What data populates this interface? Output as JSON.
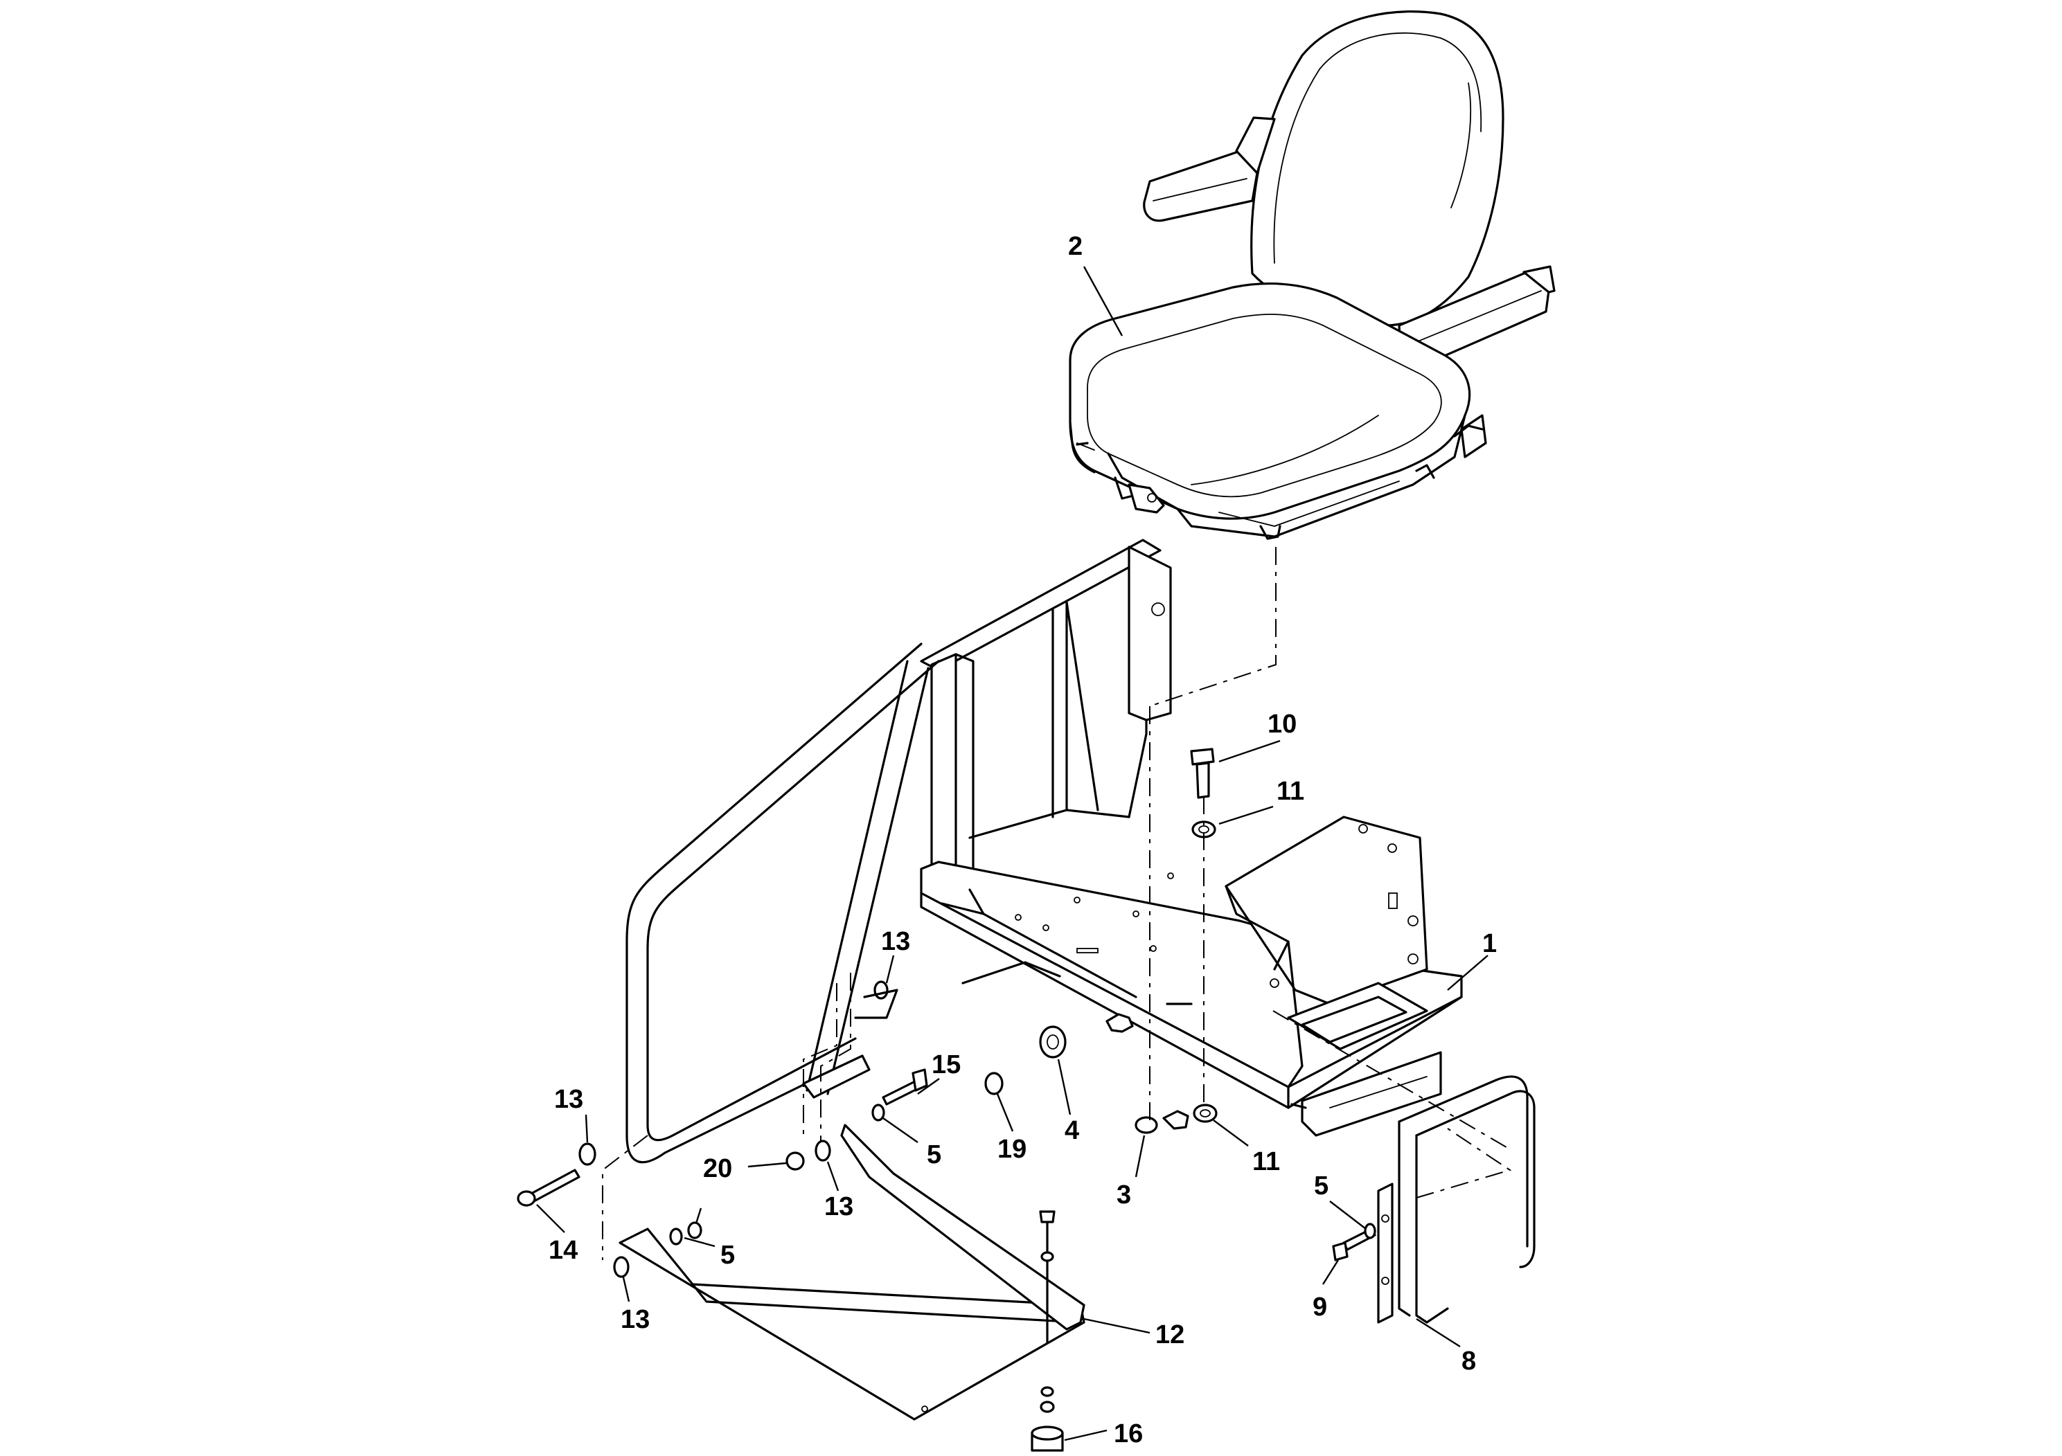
{
  "callouts": [
    {
      "id": "c-2",
      "label": "2",
      "part": "seat"
    },
    {
      "id": "c-10",
      "label": "10",
      "part": "pin"
    },
    {
      "id": "c-11a",
      "label": "11",
      "part": "washer"
    },
    {
      "id": "c-1",
      "label": "1",
      "part": "seat-frame"
    },
    {
      "id": "c-13a",
      "label": "13",
      "part": "washer"
    },
    {
      "id": "c-15",
      "label": "15",
      "part": "bolt"
    },
    {
      "id": "c-4",
      "label": "4",
      "part": "bumper"
    },
    {
      "id": "c-19",
      "label": "19",
      "part": "nut"
    },
    {
      "id": "c-5a",
      "label": "5",
      "part": "washer"
    },
    {
      "id": "c-3",
      "label": "3",
      "part": "nut"
    },
    {
      "id": "c-11b",
      "label": "11",
      "part": "washer"
    },
    {
      "id": "c-13b",
      "label": "13",
      "part": "washer"
    },
    {
      "id": "c-20",
      "label": "20",
      "part": "nut"
    },
    {
      "id": "c-13c",
      "label": "13",
      "part": "washer"
    },
    {
      "id": "c-14",
      "label": "14",
      "part": "bolt"
    },
    {
      "id": "c-5b",
      "label": "5",
      "part": "washer"
    },
    {
      "id": "c-13d",
      "label": "13",
      "part": "washer"
    },
    {
      "id": "c-12",
      "label": "12",
      "part": "footplate"
    },
    {
      "id": "c-16",
      "label": "16",
      "part": "rubber-foot"
    },
    {
      "id": "c-5c",
      "label": "5",
      "part": "washer"
    },
    {
      "id": "c-9",
      "label": "9",
      "part": "bolt"
    },
    {
      "id": "c-8",
      "label": "8",
      "part": "side-guard"
    }
  ]
}
